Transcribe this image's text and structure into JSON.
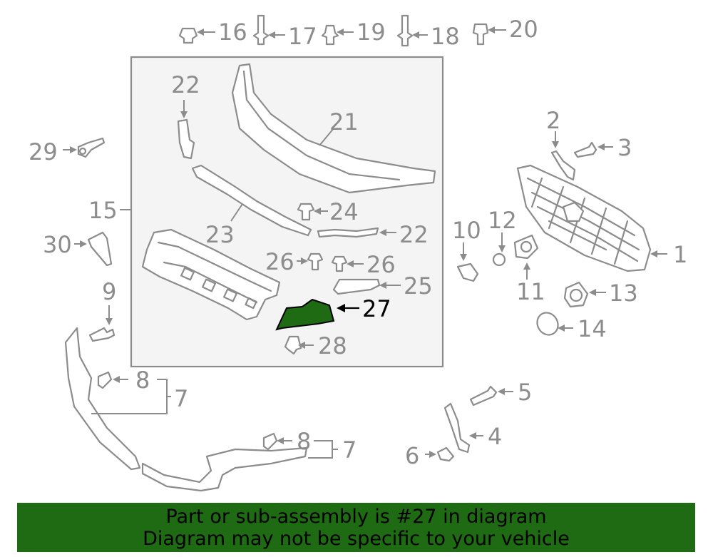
{
  "callouts": {
    "c1": "1",
    "c2": "2",
    "c3": "3",
    "c4": "4",
    "c5": "5",
    "c6": "6",
    "c7a": "7",
    "c7b": "7",
    "c8a": "8",
    "c8b": "8",
    "c9": "9",
    "c10": "10",
    "c11": "11",
    "c12": "12",
    "c13": "13",
    "c14": "14",
    "c15": "15",
    "c16": "16",
    "c17": "17",
    "c18": "18",
    "c19": "19",
    "c20": "20",
    "c21": "21",
    "c22a": "22",
    "c22b": "22",
    "c23": "23",
    "c24": "24",
    "c25": "25",
    "c26a": "26",
    "c26b": "26",
    "c27": "27",
    "c28": "28",
    "c29": "29",
    "c30": "30"
  },
  "highlight": {
    "part_number": "27",
    "color": "#1e6b13"
  },
  "banner": {
    "line1": "Part or sub-assembly is #27 in diagram",
    "line2": "Diagram may not be specific to your vehicle",
    "background": "#1e6b13"
  }
}
